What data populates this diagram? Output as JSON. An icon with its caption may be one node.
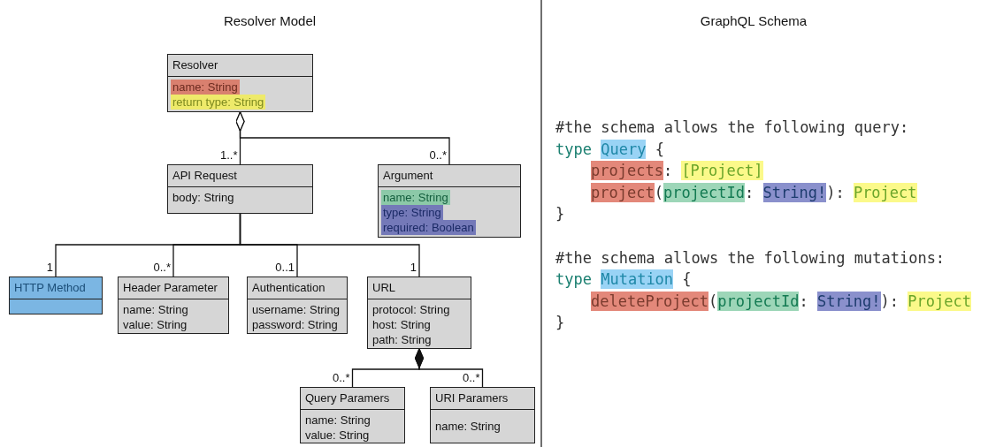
{
  "diagram": {
    "nodes": [
      {
        "text": [
          "Resolver",
          "name: String",
          "return type: String"
        ]
      },
      {
        "text": [
          "API Request",
          "body: String"
        ]
      },
      {
        "text": [
          "Argument",
          "name: String",
          "type: String",
          "required: Boolean"
        ]
      },
      {
        "text": [
          "HTTP Method"
        ]
      },
      {
        "text": [
          "Header Parameter",
          "name: String",
          "value: String"
        ]
      },
      {
        "text": [
          "Authentication",
          "username: String",
          "password: String"
        ]
      },
      {
        "text": [
          "URL",
          "protocol: String",
          "host: String",
          "path: String"
        ]
      },
      {
        "text": [
          "Query Paramers",
          "name: String",
          "value: String"
        ]
      },
      {
        "text": [
          "URI Paramers",
          "name: String"
        ]
      }
    ],
    "edges": [
      {
        "from": 0,
        "to": 1,
        "arrow": "other",
        "label": "1..*"
      },
      {
        "from": 0,
        "to": 2,
        "arrow": "other",
        "label": "0..*"
      },
      {
        "from": 1,
        "to": 3,
        "arrow": "none",
        "label": "1"
      },
      {
        "from": 1,
        "to": 4,
        "arrow": "none",
        "label": "0..*"
      },
      {
        "from": 1,
        "to": 5,
        "arrow": "none",
        "label": "0..1"
      },
      {
        "from": 1,
        "to": 6,
        "arrow": "none",
        "label": "1"
      },
      {
        "from": 6,
        "to": 7,
        "arrow": "other",
        "label": "0..*"
      },
      {
        "from": 6,
        "to": 8,
        "arrow": "other",
        "label": "0..*"
      }
    ],
    "labels": [
      "Resolver Model",
      "GraphQL Schema",
      "#the schema allows the following query:",
      "type Query {",
      "projects: [Project]",
      "project(projectId: String!): Project",
      "}",
      "#the schema allows the following mutations:",
      "type Mutation {",
      "deleteProject(projectId: String!): Project",
      "}"
    ]
  }
}
